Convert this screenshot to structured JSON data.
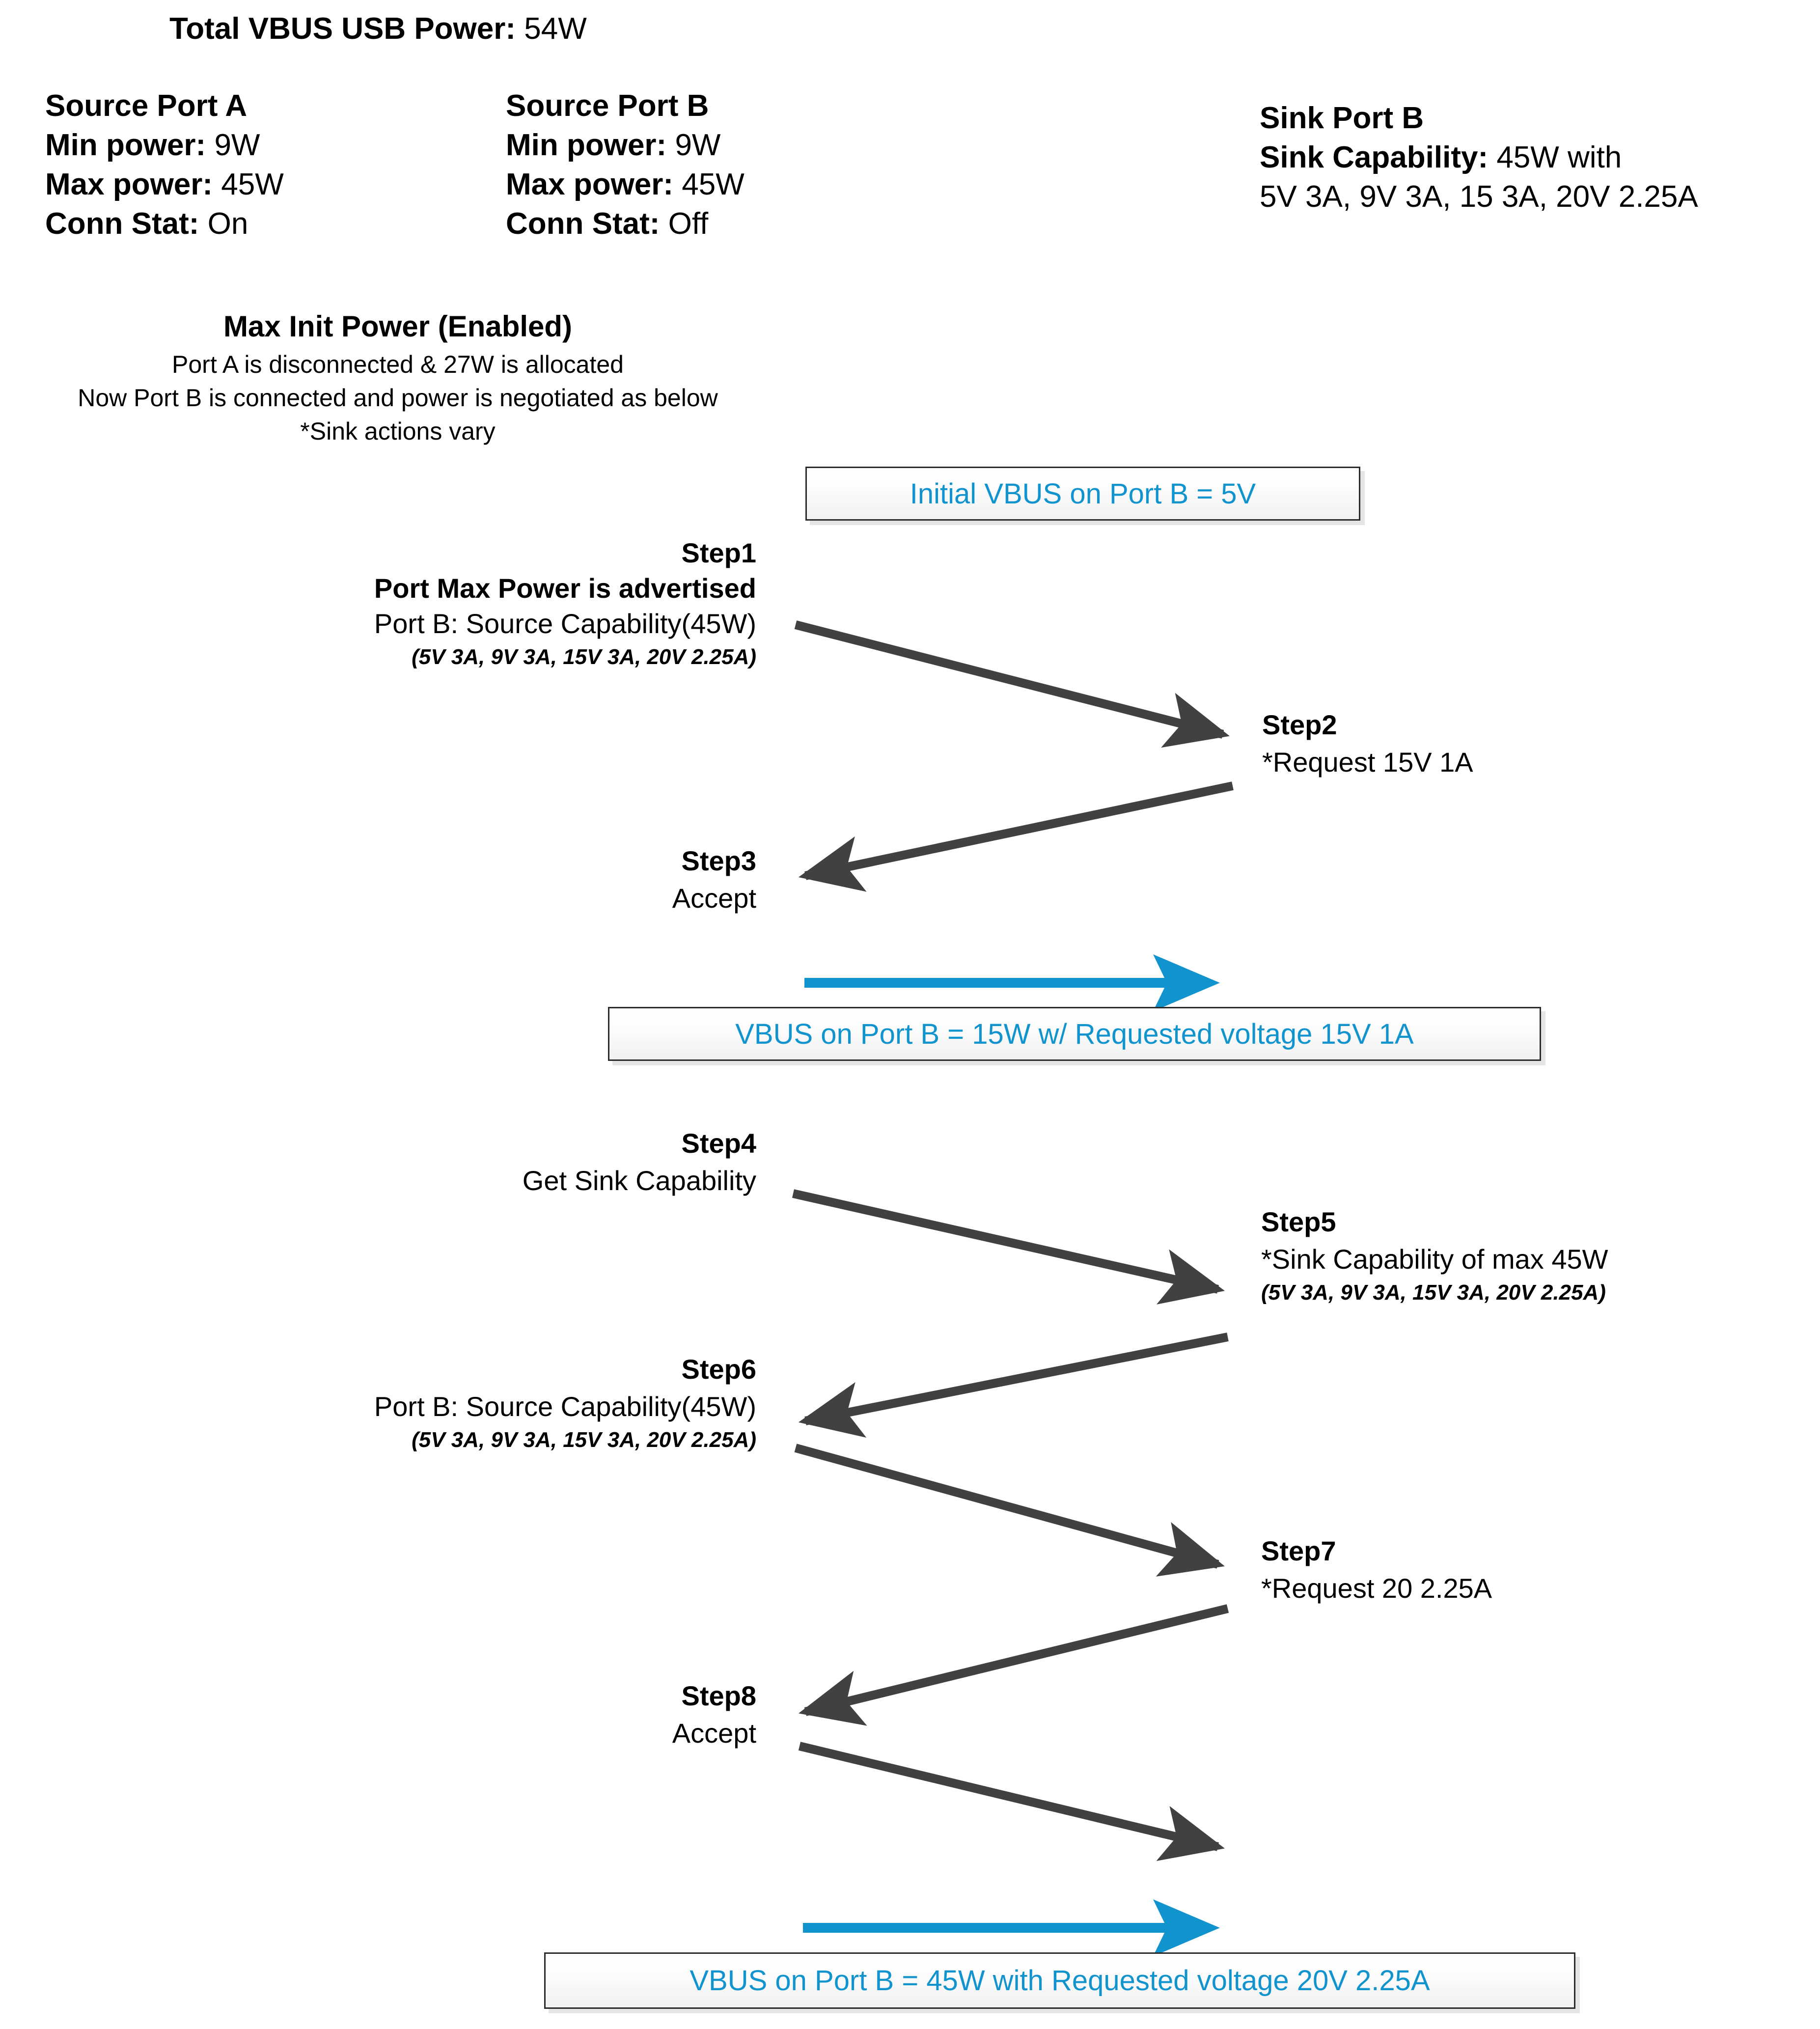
{
  "header": {
    "total_power_label": "Total VBUS USB Power:",
    "total_power_value": "54W",
    "source_port_a": {
      "title": "Source Port A",
      "rows": [
        {
          "label": "Min power:",
          "value": "9W"
        },
        {
          "label": "Max power:",
          "value": "45W"
        },
        {
          "label": "Conn Stat:",
          "value": "On"
        }
      ]
    },
    "source_port_b": {
      "title": "Source Port B",
      "rows": [
        {
          "label": "Min power:",
          "value": "9W"
        },
        {
          "label": "Max power:",
          "value": "45W"
        },
        {
          "label": "Conn Stat:",
          "value": "Off"
        }
      ]
    },
    "sink_port_b": {
      "title": "Sink Port B",
      "capability_label": "Sink Capability:",
      "capability_value": "45W with",
      "pdo_list": "5V 3A, 9V 3A, 15 3A, 20V 2.25A"
    }
  },
  "max_init_power": {
    "title": "Max Init Power (Enabled)",
    "line1": "Port A is disconnected & 27W is allocated",
    "line2": "Now Port B is connected and power is negotiated as below",
    "line3": "*Sink actions vary"
  },
  "callouts": {
    "initial_vbus": "Initial VBUS on Port B = 5V",
    "vbus_15w": "VBUS on Port B = 15W w/ Requested voltage 15V 1A",
    "vbus_45w": "VBUS on Port B = 45W with Requested voltage 20V 2.25A"
  },
  "steps": [
    {
      "id": "step1",
      "num": "Step1",
      "lines": [
        {
          "text": "Port Max Power is advertised",
          "style": "bold"
        },
        {
          "text": "Port B: Source Capability(45W)",
          "style": "normal"
        },
        {
          "text": "(5V 3A, 9V 3A, 15V 3A, 20V 2.25A)",
          "style": "italic"
        }
      ]
    },
    {
      "id": "step2",
      "num": "Step2",
      "lines": [
        {
          "text": "*Request 15V 1A",
          "style": "normal"
        }
      ]
    },
    {
      "id": "step3",
      "num": "Step3",
      "lines": [
        {
          "text": "Accept",
          "style": "normal"
        }
      ]
    },
    {
      "id": "step4",
      "num": "Step4",
      "lines": [
        {
          "text": "Get Sink Capability",
          "style": "normal"
        }
      ]
    },
    {
      "id": "step5",
      "num": "Step5",
      "lines": [
        {
          "text": "*Sink Capability of max 45W",
          "style": "normal"
        },
        {
          "text": "(5V 3A, 9V 3A, 15V 3A, 20V 2.25A)",
          "style": "italic"
        }
      ]
    },
    {
      "id": "step6",
      "num": "Step6",
      "lines": [
        {
          "text": "Port B: Source Capability(45W)",
          "style": "normal"
        },
        {
          "text": "(5V 3A, 9V 3A, 15V 3A, 20V 2.25A)",
          "style": "italic"
        }
      ]
    },
    {
      "id": "step7",
      "num": "Step7",
      "lines": [
        {
          "text": "*Request 20 2.25A",
          "style": "normal"
        }
      ]
    },
    {
      "id": "step8",
      "num": "Step8",
      "lines": [
        {
          "text": "Accept",
          "style": "normal"
        }
      ]
    }
  ],
  "colors": {
    "accent_blue": "#1193CE",
    "arrow_gray": "#414141",
    "text_black": "#000000",
    "box_border": "#2b2b2b"
  }
}
